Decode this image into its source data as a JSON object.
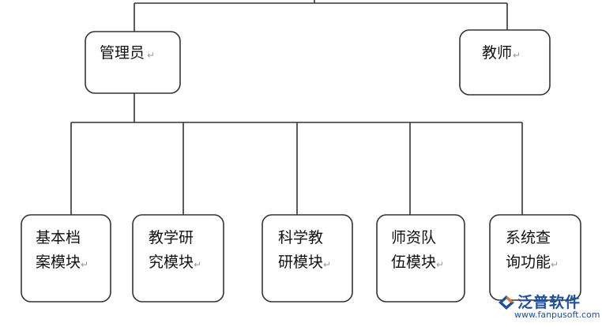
{
  "diagram": {
    "parents": [
      {
        "label": "管理员",
        "mark": "↵"
      },
      {
        "label": "教师",
        "mark": "↵"
      }
    ],
    "modules": [
      {
        "line1": "基本档",
        "line2": "案模块",
        "mark": "↵"
      },
      {
        "line1": "教学研",
        "line2": "究模块",
        "mark": "↵"
      },
      {
        "line1": "科学教",
        "line2": "研模块",
        "mark": "↵"
      },
      {
        "line1": "师资队",
        "line2": "伍模块",
        "mark": "↵"
      },
      {
        "line1": "系统查",
        "line2": "询功能",
        "mark": "↵"
      }
    ]
  },
  "watermark": {
    "brand": "泛普软件",
    "url": "www.fanpusoft.com"
  },
  "colors": {
    "line": "#333333",
    "text": "#111111",
    "watermark": "#1f4fa0"
  }
}
